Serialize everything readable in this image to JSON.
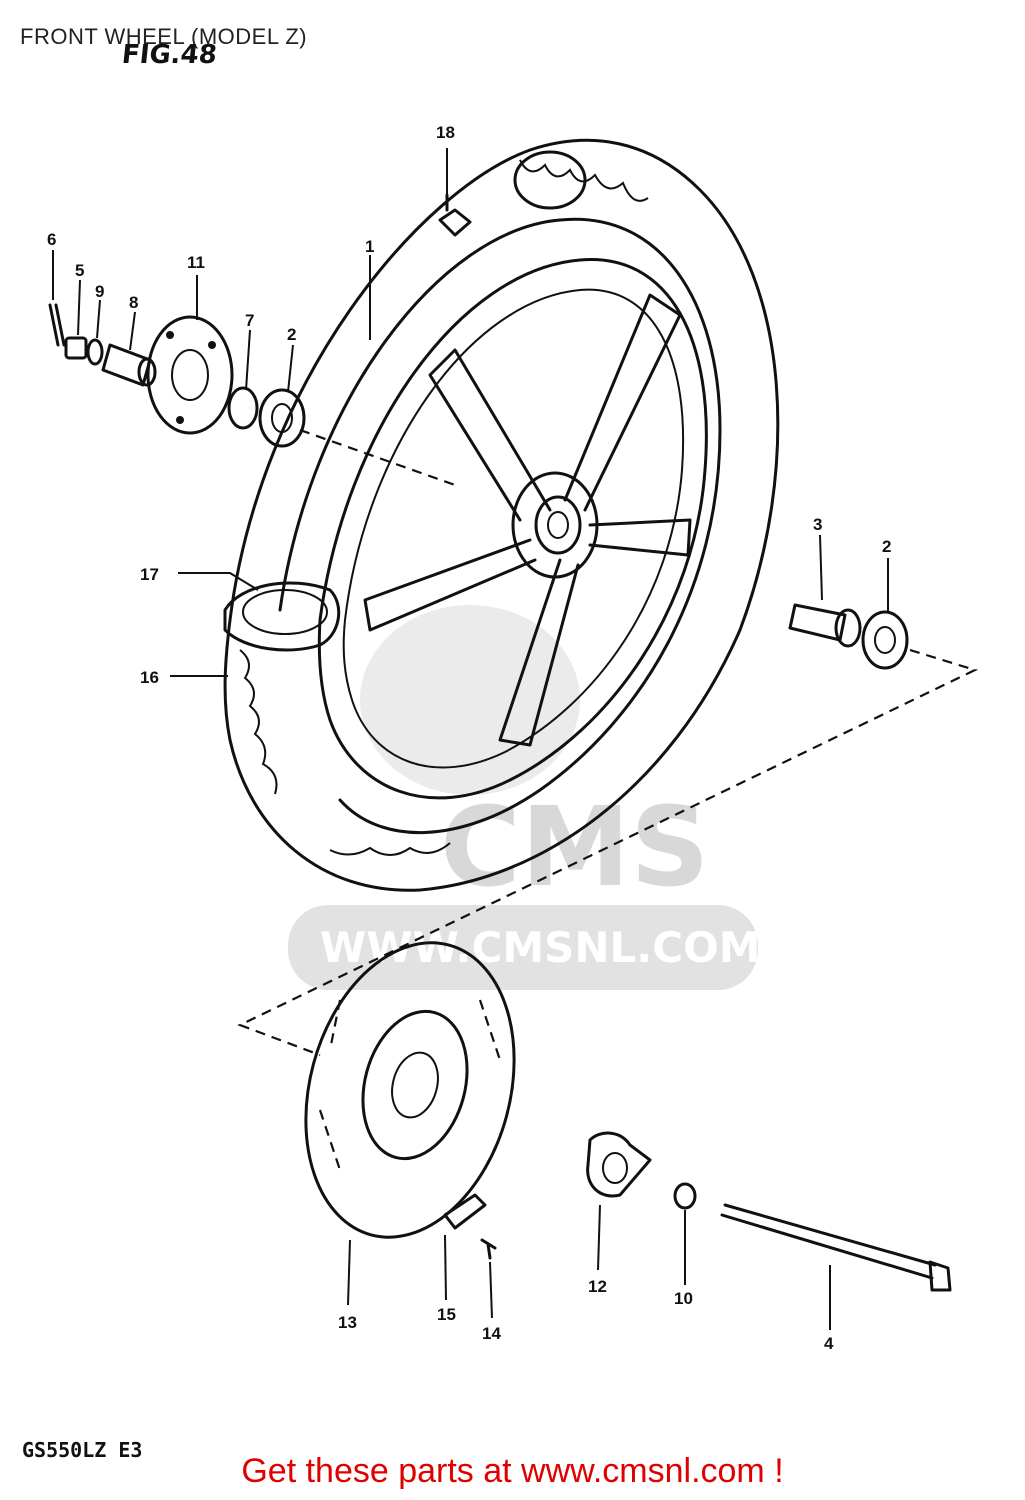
{
  "header": {
    "title": "FRONT WHEEL (MODEL Z)",
    "figure_label": "FIG.48"
  },
  "parts": {
    "p1": "1",
    "p2a": "2",
    "p2b": "2",
    "p3": "3",
    "p4": "4",
    "p5": "5",
    "p6": "6",
    "p7": "7",
    "p8": "8",
    "p9": "9",
    "p10": "10",
    "p11": "11",
    "p12": "12",
    "p13": "13",
    "p14": "14",
    "p15": "15",
    "p16": "16",
    "p17": "17",
    "p18": "18"
  },
  "watermark": {
    "brand": "CMS",
    "url": "WWW.CMSNL.COM"
  },
  "footer": {
    "model_code": "GS550LZ E3",
    "link_text": "Get these parts at www.cmsnl.com !"
  },
  "colors": {
    "link": "#e00000",
    "ink": "#111111",
    "watermark": "#d8d8d8"
  }
}
